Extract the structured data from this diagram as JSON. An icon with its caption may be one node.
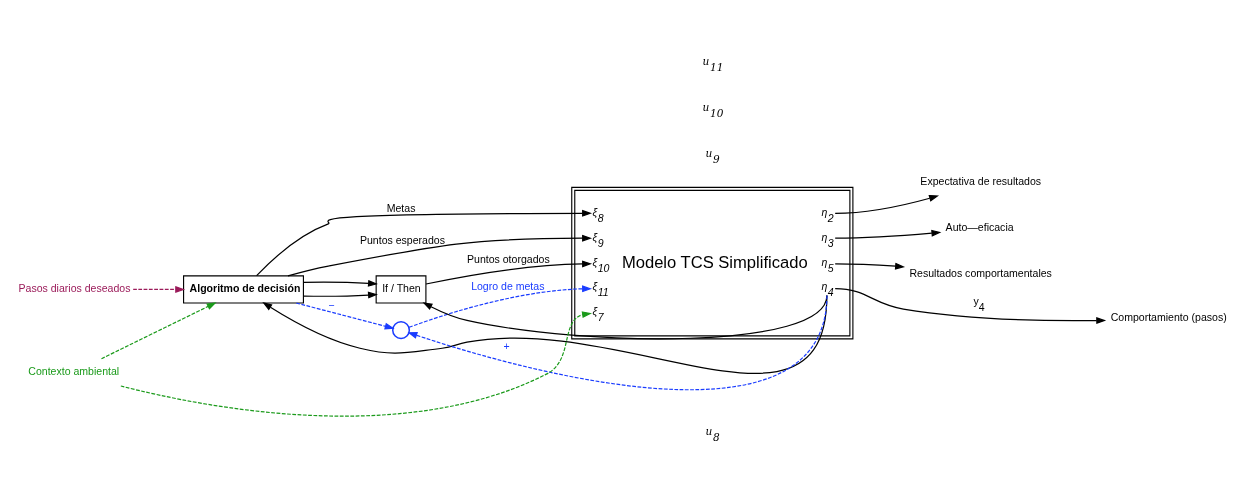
{
  "diagram": {
    "nodes": [
      {
        "text": [
          "Algoritmo de decisión"
        ]
      },
      {
        "text": [
          "If / Then"
        ]
      },
      {
        "text": [],
        "shape": "circle"
      },
      {
        "text": [
          "ξ$_{8}$",
          "ξ$_{9}$",
          "ξ$_{10}$",
          "ξ$_{11}$",
          "ξ$_{7}$",
          "Modelo TCS Simplificado",
          "η$_{2}$",
          "η$_{3}$",
          "η$_{5}$",
          "η$_{4}$"
        ]
      },
      {
        "text": [
          "Pasos diarios deseados"
        ]
      },
      {
        "text": [
          "Contexto ambiental"
        ]
      },
      {
        "text": [
          "Expectativa de resultados"
        ]
      },
      {
        "text": [
          "Auto—eficacia"
        ]
      },
      {
        "text": [
          "Resultados comportamentales"
        ]
      },
      {
        "text": [
          "Comportamiento (pasos)"
        ]
      }
    ],
    "edges": [
      {
        "from": 4,
        "to": 0,
        "arrow": "to",
        "style": "dashed",
        "color": "#9b1b5a"
      },
      {
        "from": 0,
        "to": 3,
        "arrow": "to",
        "label": "Metas"
      },
      {
        "from": 0,
        "to": 3,
        "arrow": "to",
        "label": "Puntos esperados"
      },
      {
        "from": 0,
        "to": 1,
        "arrow": "to"
      },
      {
        "from": 0,
        "to": 1,
        "arrow": "to"
      },
      {
        "from": 1,
        "to": 3,
        "arrow": "to",
        "label": "Puntos otorgados"
      },
      {
        "from": 0,
        "to": 2,
        "arrow": "to",
        "label": "−",
        "style": "dashed",
        "color": "#1a3cff"
      },
      {
        "from": 3,
        "to": 2,
        "arrow": "to",
        "label": "+",
        "style": "dashed",
        "color": "#1a3cff"
      },
      {
        "from": 3,
        "to": 0,
        "arrow": "to"
      },
      {
        "from": 3,
        "to": 1,
        "arrow": "to"
      },
      {
        "from": 2,
        "to": 3,
        "arrow": "to",
        "label": "Logro de metas",
        "style": "dashed",
        "color": "#1a3cff"
      },
      {
        "from": 5,
        "to": 0,
        "arrow": "to",
        "style": "dashed",
        "color": "#1a9a1a"
      },
      {
        "from": 5,
        "to": 3,
        "arrow": "to",
        "style": "dashed",
        "color": "#1a9a1a"
      },
      {
        "from": 3,
        "to": 6,
        "arrow": "to"
      },
      {
        "from": 3,
        "to": 7,
        "arrow": "to"
      },
      {
        "from": 3,
        "to": 8,
        "arrow": "to"
      },
      {
        "from": 3,
        "to": 9,
        "arrow": "to",
        "label": "y$_{4}$"
      }
    ],
    "labels": [
      "u$_{8}$",
      "u$_{9}$",
      "u$_{10}$",
      "u$_{11}$"
    ]
  }
}
